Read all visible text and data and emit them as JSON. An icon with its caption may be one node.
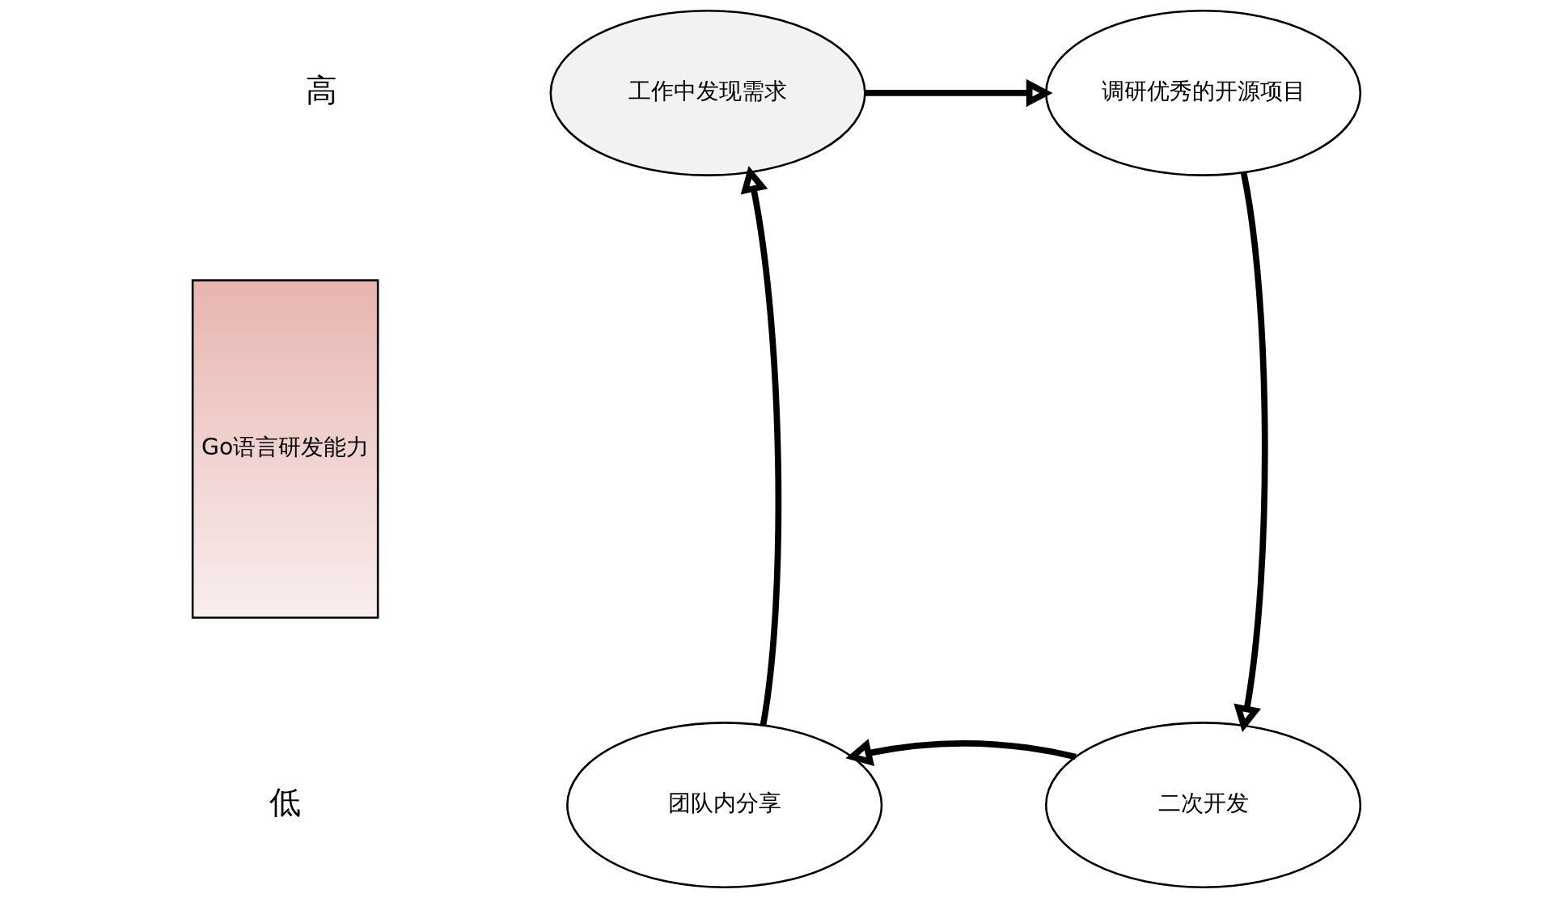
{
  "diagram": {
    "nodes": [
      {
        "text": [
          "工作中发现需求"
        ]
      },
      {
        "text": [
          "调研优秀的开源项目"
        ]
      },
      {
        "text": [
          "二次开发"
        ]
      },
      {
        "text": [
          "团队内分享"
        ]
      },
      {
        "text": [
          "Go语言研发能力"
        ]
      }
    ],
    "edges": [
      {
        "from": 0,
        "to": 1,
        "arrow": "to"
      },
      {
        "from": 1,
        "to": 2,
        "arrow": "to"
      },
      {
        "from": 2,
        "to": 3,
        "arrow": "to"
      },
      {
        "from": 3,
        "to": 0,
        "arrow": "to"
      }
    ],
    "labels": [
      "高",
      "低"
    ]
  }
}
